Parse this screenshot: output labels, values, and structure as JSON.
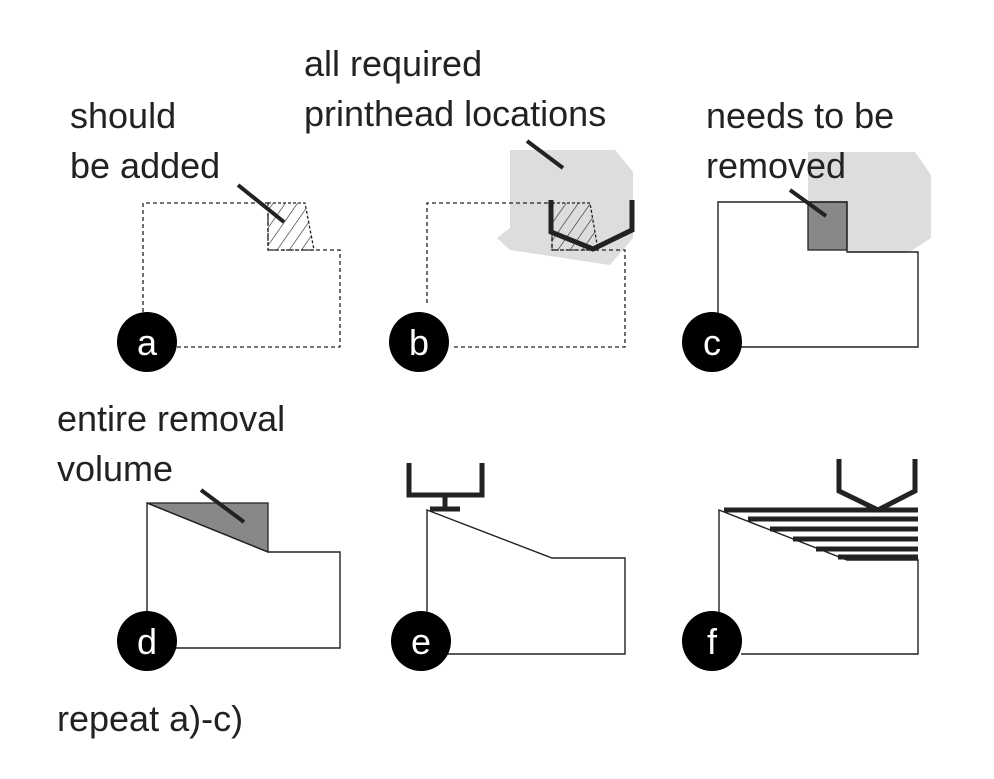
{
  "colors": {
    "ink": "#222222",
    "badge": "#000000",
    "badge_text": "#ffffff",
    "light_region": "#dddddd",
    "removal_fill": "#888888",
    "background": "#ffffff"
  },
  "panels": [
    {
      "id": "a",
      "badge": "a",
      "annotation": [
        "should",
        "be added"
      ]
    },
    {
      "id": "b",
      "badge": "b",
      "annotation": [
        "all required",
        "printhead locations"
      ]
    },
    {
      "id": "c",
      "badge": "c",
      "annotation": [
        "needs to be",
        "removed"
      ]
    },
    {
      "id": "d",
      "badge": "d",
      "annotation": [
        "entire removal",
        "volume"
      ]
    },
    {
      "id": "e",
      "badge": "e",
      "annotation": []
    },
    {
      "id": "f",
      "badge": "f",
      "annotation": []
    }
  ],
  "footer": {
    "text": "repeat a)-c)"
  }
}
